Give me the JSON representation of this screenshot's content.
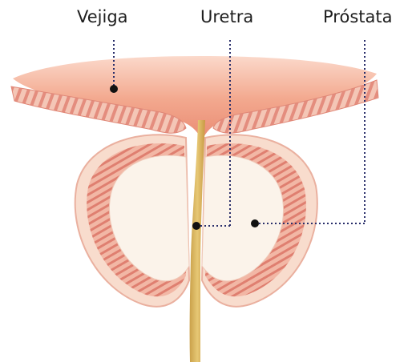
{
  "labels": {
    "bladder": "Vejiga",
    "urethra": "Uretra",
    "prostate": "Próstata"
  },
  "colors": {
    "bladder_fill": "#f0a488",
    "tissue_pink": "#e9897a",
    "tissue_light": "#f6d2c2",
    "lobe_inner": "#fbf4ec",
    "urethra": "#d9b45a",
    "leader_line": "#2a2f6b",
    "dot": "#111111"
  }
}
